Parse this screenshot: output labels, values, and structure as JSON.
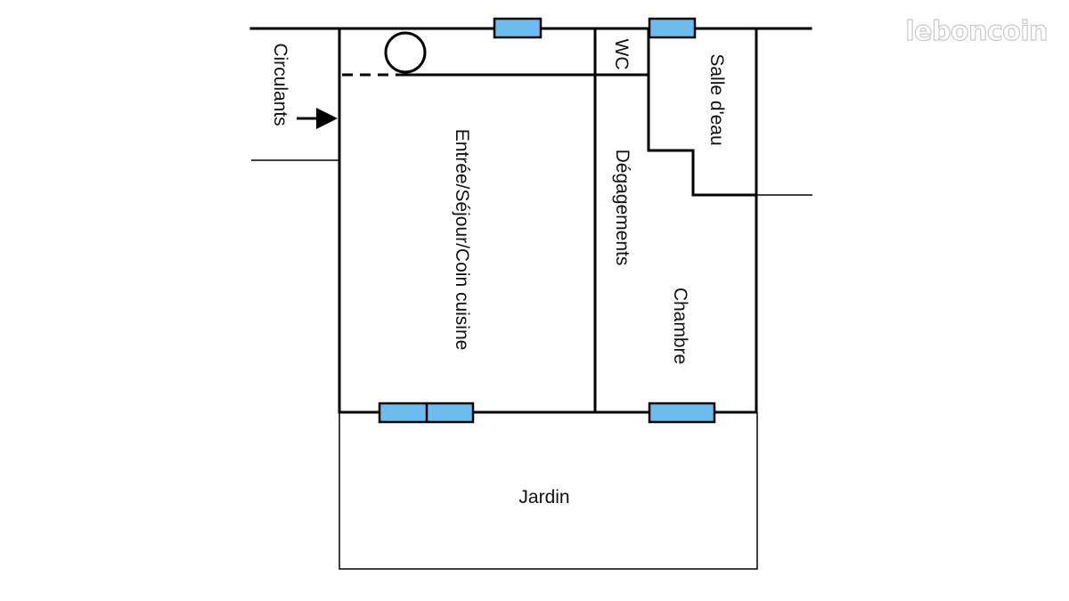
{
  "rooms": {
    "circulants": "Circulants",
    "wc": "WC",
    "salle_deau": "Salle d'eau",
    "sejour": "Entrée/Séjour/Coin cuisine",
    "degagements": "Dégagements",
    "chambre": "Chambre",
    "jardin": "Jardin"
  },
  "watermark": "leboncoin",
  "colors": {
    "window": "#6cbcf0",
    "wall": "#000000"
  }
}
